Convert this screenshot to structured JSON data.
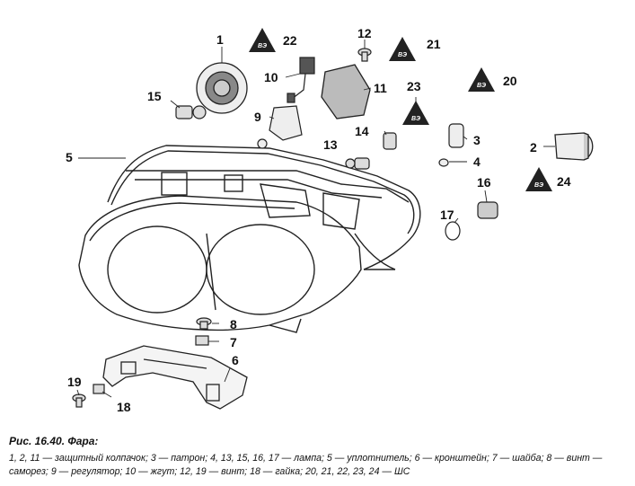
{
  "figure": {
    "caption_title": "Рис. 16.40. Фара:",
    "caption_legend": "1, 2, 11 — защитный колпачок; 3 — патрон; 4, 13, 15, 16, 17 — лампа; 5 — уплотнитель; 6 — кронштейн; 7 — шайба; 8 — винт — саморез; 9 — регулятор; 10 — жгут; 12, 19 — винт; 18 — гайка; 20, 21, 22, 23, 24 — ШС",
    "warning_symbol_text": "ВЭ"
  },
  "callouts": [
    "1",
    "2",
    "3",
    "4",
    "5",
    "6",
    "7",
    "8",
    "9",
    "10",
    "11",
    "12",
    "13",
    "14",
    "15",
    "16",
    "17",
    "18",
    "19",
    "20",
    "21",
    "22",
    "23",
    "24"
  ]
}
